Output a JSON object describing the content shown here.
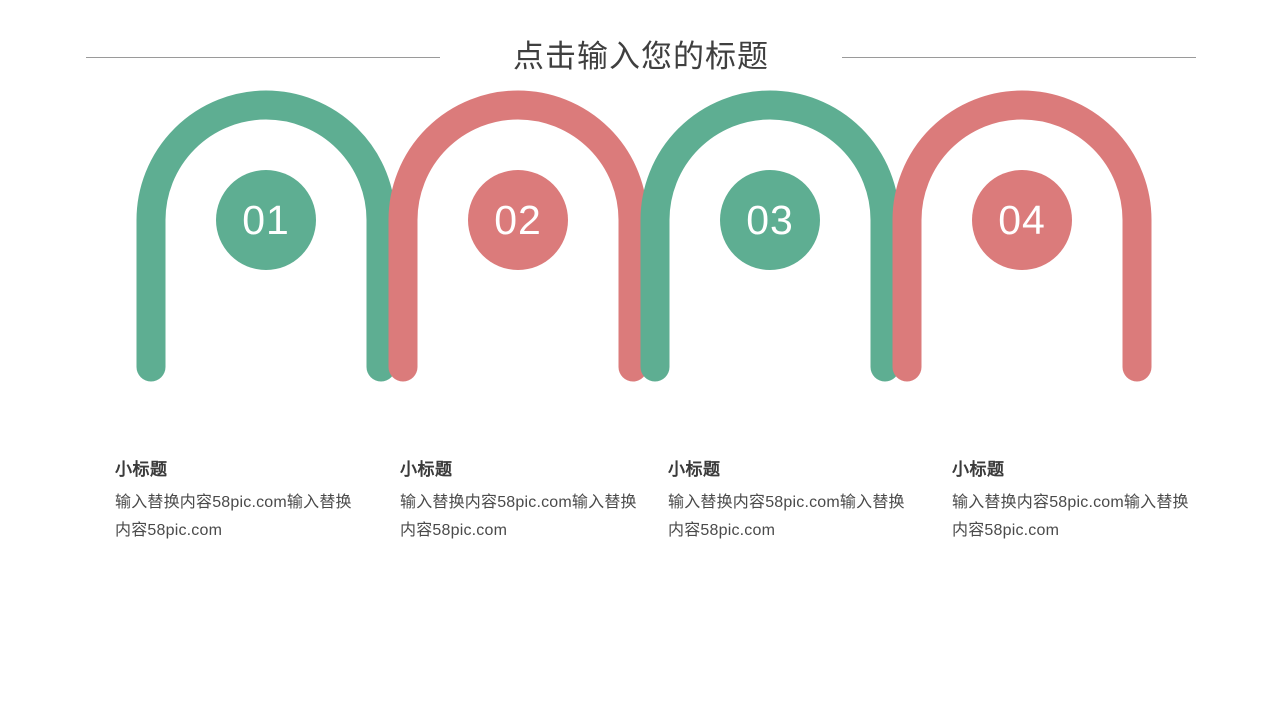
{
  "header": {
    "title": "点击输入您的标题",
    "rule_color": "#9a9a9a"
  },
  "theme": {
    "green": "#5EAE92",
    "red": "#DB7B7B",
    "title_color": "#3f3f3f",
    "heading_color": "#3b3b3b",
    "body_color": "#4a4a4a",
    "background": "#ffffff",
    "number_color": "#ffffff"
  },
  "steps": [
    {
      "number": "01",
      "color": "#5EAE92",
      "color_name": "green",
      "heading": "小标题",
      "body": "输入替换内容58pic.com输入替换内容58pic.com"
    },
    {
      "number": "02",
      "color": "#DB7B7B",
      "color_name": "red",
      "heading": "小标题",
      "body": "输入替换内容58pic.com输入替换内容58pic.com"
    },
    {
      "number": "03",
      "color": "#5EAE92",
      "color_name": "green",
      "heading": "小标题",
      "body": "输入替换内容58pic.com输入替换内容58pic.com"
    },
    {
      "number": "04",
      "color": "#DB7B7B",
      "color_name": "red",
      "heading": "小标题",
      "body": "输入替换内容58pic.com输入替换内容58pic.com"
    }
  ]
}
